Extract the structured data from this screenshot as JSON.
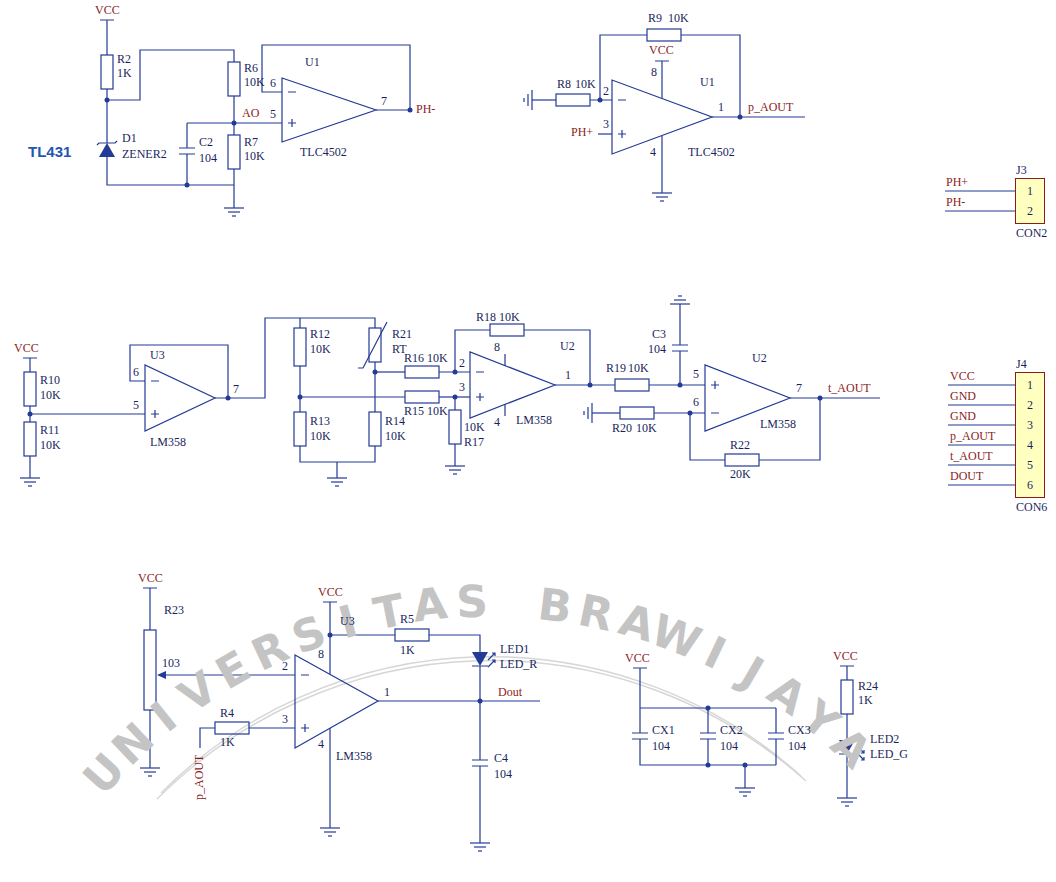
{
  "diagram": {
    "nodes": [
      {
        "text": [
          "J3",
          "1",
          "2",
          "CON2"
        ]
      },
      {
        "text": [
          "J4",
          "1",
          "2",
          "3",
          "4",
          "5",
          "6",
          "CON6"
        ]
      }
    ],
    "labels": [
      "VCC",
      "R2",
      "1K",
      "R6",
      "10K",
      "AO",
      "5",
      "6",
      "7",
      "PH-",
      "U1",
      "TLC4502",
      "D1",
      "ZENER2",
      "TL431",
      "C2",
      "104",
      "R7",
      "10K",
      "R9",
      "10K",
      "VCC",
      "8",
      "R8",
      "10K",
      "2",
      "U1",
      "1",
      "p_AOUT",
      "PH+",
      "3",
      "TLC4502",
      "4",
      "PH+",
      "PH-",
      "VCC",
      "R10",
      "10K",
      "R11",
      "10K",
      "6",
      "5",
      "7",
      "U3",
      "LM358",
      "R12",
      "10K",
      "R21",
      "RT",
      "R13",
      "10K",
      "R14",
      "10K",
      "R16",
      "10K",
      "R15",
      "10K",
      "10K",
      "R17",
      "R18",
      "10K",
      "8",
      "2",
      "3",
      "1",
      "4",
      "LM358",
      "U2",
      "C3",
      "104",
      "R19",
      "10K",
      "R20",
      "10K",
      "5",
      "6",
      "U2",
      "7",
      "t_AOUT",
      "LM358",
      "R22",
      "20K",
      "VCC",
      "GND",
      "GND",
      "p_AOUT",
      "t_AOUT",
      "DOUT",
      "VCC",
      "R23",
      "103",
      "VCC",
      "8",
      "U3",
      "R5",
      "1K",
      "LED1",
      "LED_R",
      "2",
      "3",
      "1",
      "R4",
      "1K",
      "p_AOUT",
      "Dout",
      "4",
      "LM358",
      "C4",
      "104",
      "VCC",
      "CX1",
      "104",
      "CX2",
      "104",
      "CX3",
      "104",
      "VCC",
      "R24",
      "1K",
      "LED2",
      "LED_G",
      "UNIVERSITAS BRAWIJAYA"
    ]
  }
}
